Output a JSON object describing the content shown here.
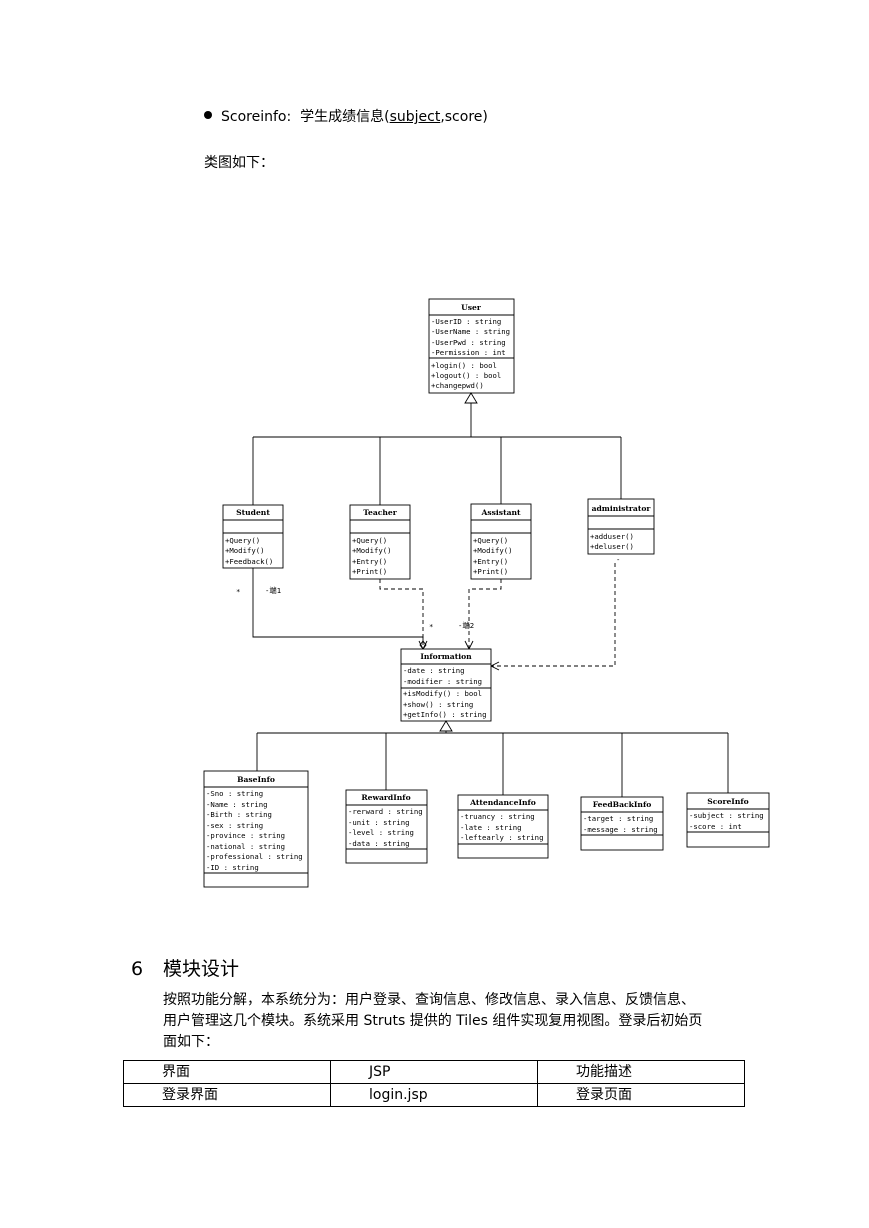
{
  "bullet": {
    "term": "Scoreinfo:",
    "description": "学生成绩信息(",
    "field1": "subject",
    "rest": ",score)"
  },
  "intro_text": "类图如下：",
  "uml": {
    "user": {
      "title": "User",
      "attributes": [
        "-UserID : string",
        "-UserName : string",
        "-UserPwd : string",
        "-Permission : int"
      ],
      "operations": [
        "+login() : bool",
        "+logout() : bool",
        "+changepwd()"
      ]
    },
    "student": {
      "title": "Student",
      "operations": [
        "+Query()",
        "+Modify()",
        "+Feedback()"
      ]
    },
    "teacher": {
      "title": "Teacher",
      "operations": [
        "+Query()",
        "+Modify()",
        "+Entry()",
        "+Print()"
      ]
    },
    "assistant": {
      "title": "Assistant",
      "operations": [
        "+Query()",
        "+Modify()",
        "+Entry()",
        "+Print()"
      ]
    },
    "administrator": {
      "title": "administrator",
      "operations": [
        "+adduser()",
        "+deluser()"
      ]
    },
    "information": {
      "title": "Information",
      "attributes": [
        "-date : string",
        "-modifier : string"
      ],
      "operations": [
        "+isModify() : bool",
        "+show() : string",
        "+getInfo() : string"
      ]
    },
    "baseinfo": {
      "title": "BaseInfo",
      "attributes": [
        "-Sno : string",
        "-Name : string",
        "-Birth : string",
        "-sex : string",
        "-province : string",
        "-national : string",
        "-professional : string",
        "-ID : string"
      ]
    },
    "rewardinfo": {
      "title": "RewardInfo",
      "attributes": [
        "-rerward : string",
        "-unit : string",
        "-level : string",
        "-data : string"
      ]
    },
    "attendanceinfo": {
      "title": "AttendanceInfo",
      "attributes": [
        "-truancy : string",
        "-late : string",
        "-leftearly : string"
      ]
    },
    "feedbackinfo": {
      "title": "FeedBackInfo",
      "attributes": [
        "-target : string",
        "-message : string"
      ]
    },
    "scoreinfo": {
      "title": "ScoreInfo",
      "attributes": [
        "-subject : string",
        "-score : int"
      ]
    },
    "labels": {
      "student_mult": "*",
      "student_end": "-端1",
      "info_mult": "*",
      "info_end": "-端2",
      "admin_dash": "-"
    }
  },
  "section": {
    "number": "6",
    "title": "模块设计",
    "paragraph_lines": [
      "按照功能分解，本系统分为：用户登录、查询信息、修改信息、录入信息、反馈信息、",
      "用户管理这几个模块。系统采用 Struts 提供的 Tiles 组件实现复用视图。登录后初始页",
      "面如下："
    ]
  },
  "table": {
    "header": [
      "界面",
      "JSP",
      "功能描述"
    ],
    "rows": [
      [
        "登录界面",
        "login.jsp",
        "登录页面"
      ]
    ]
  }
}
